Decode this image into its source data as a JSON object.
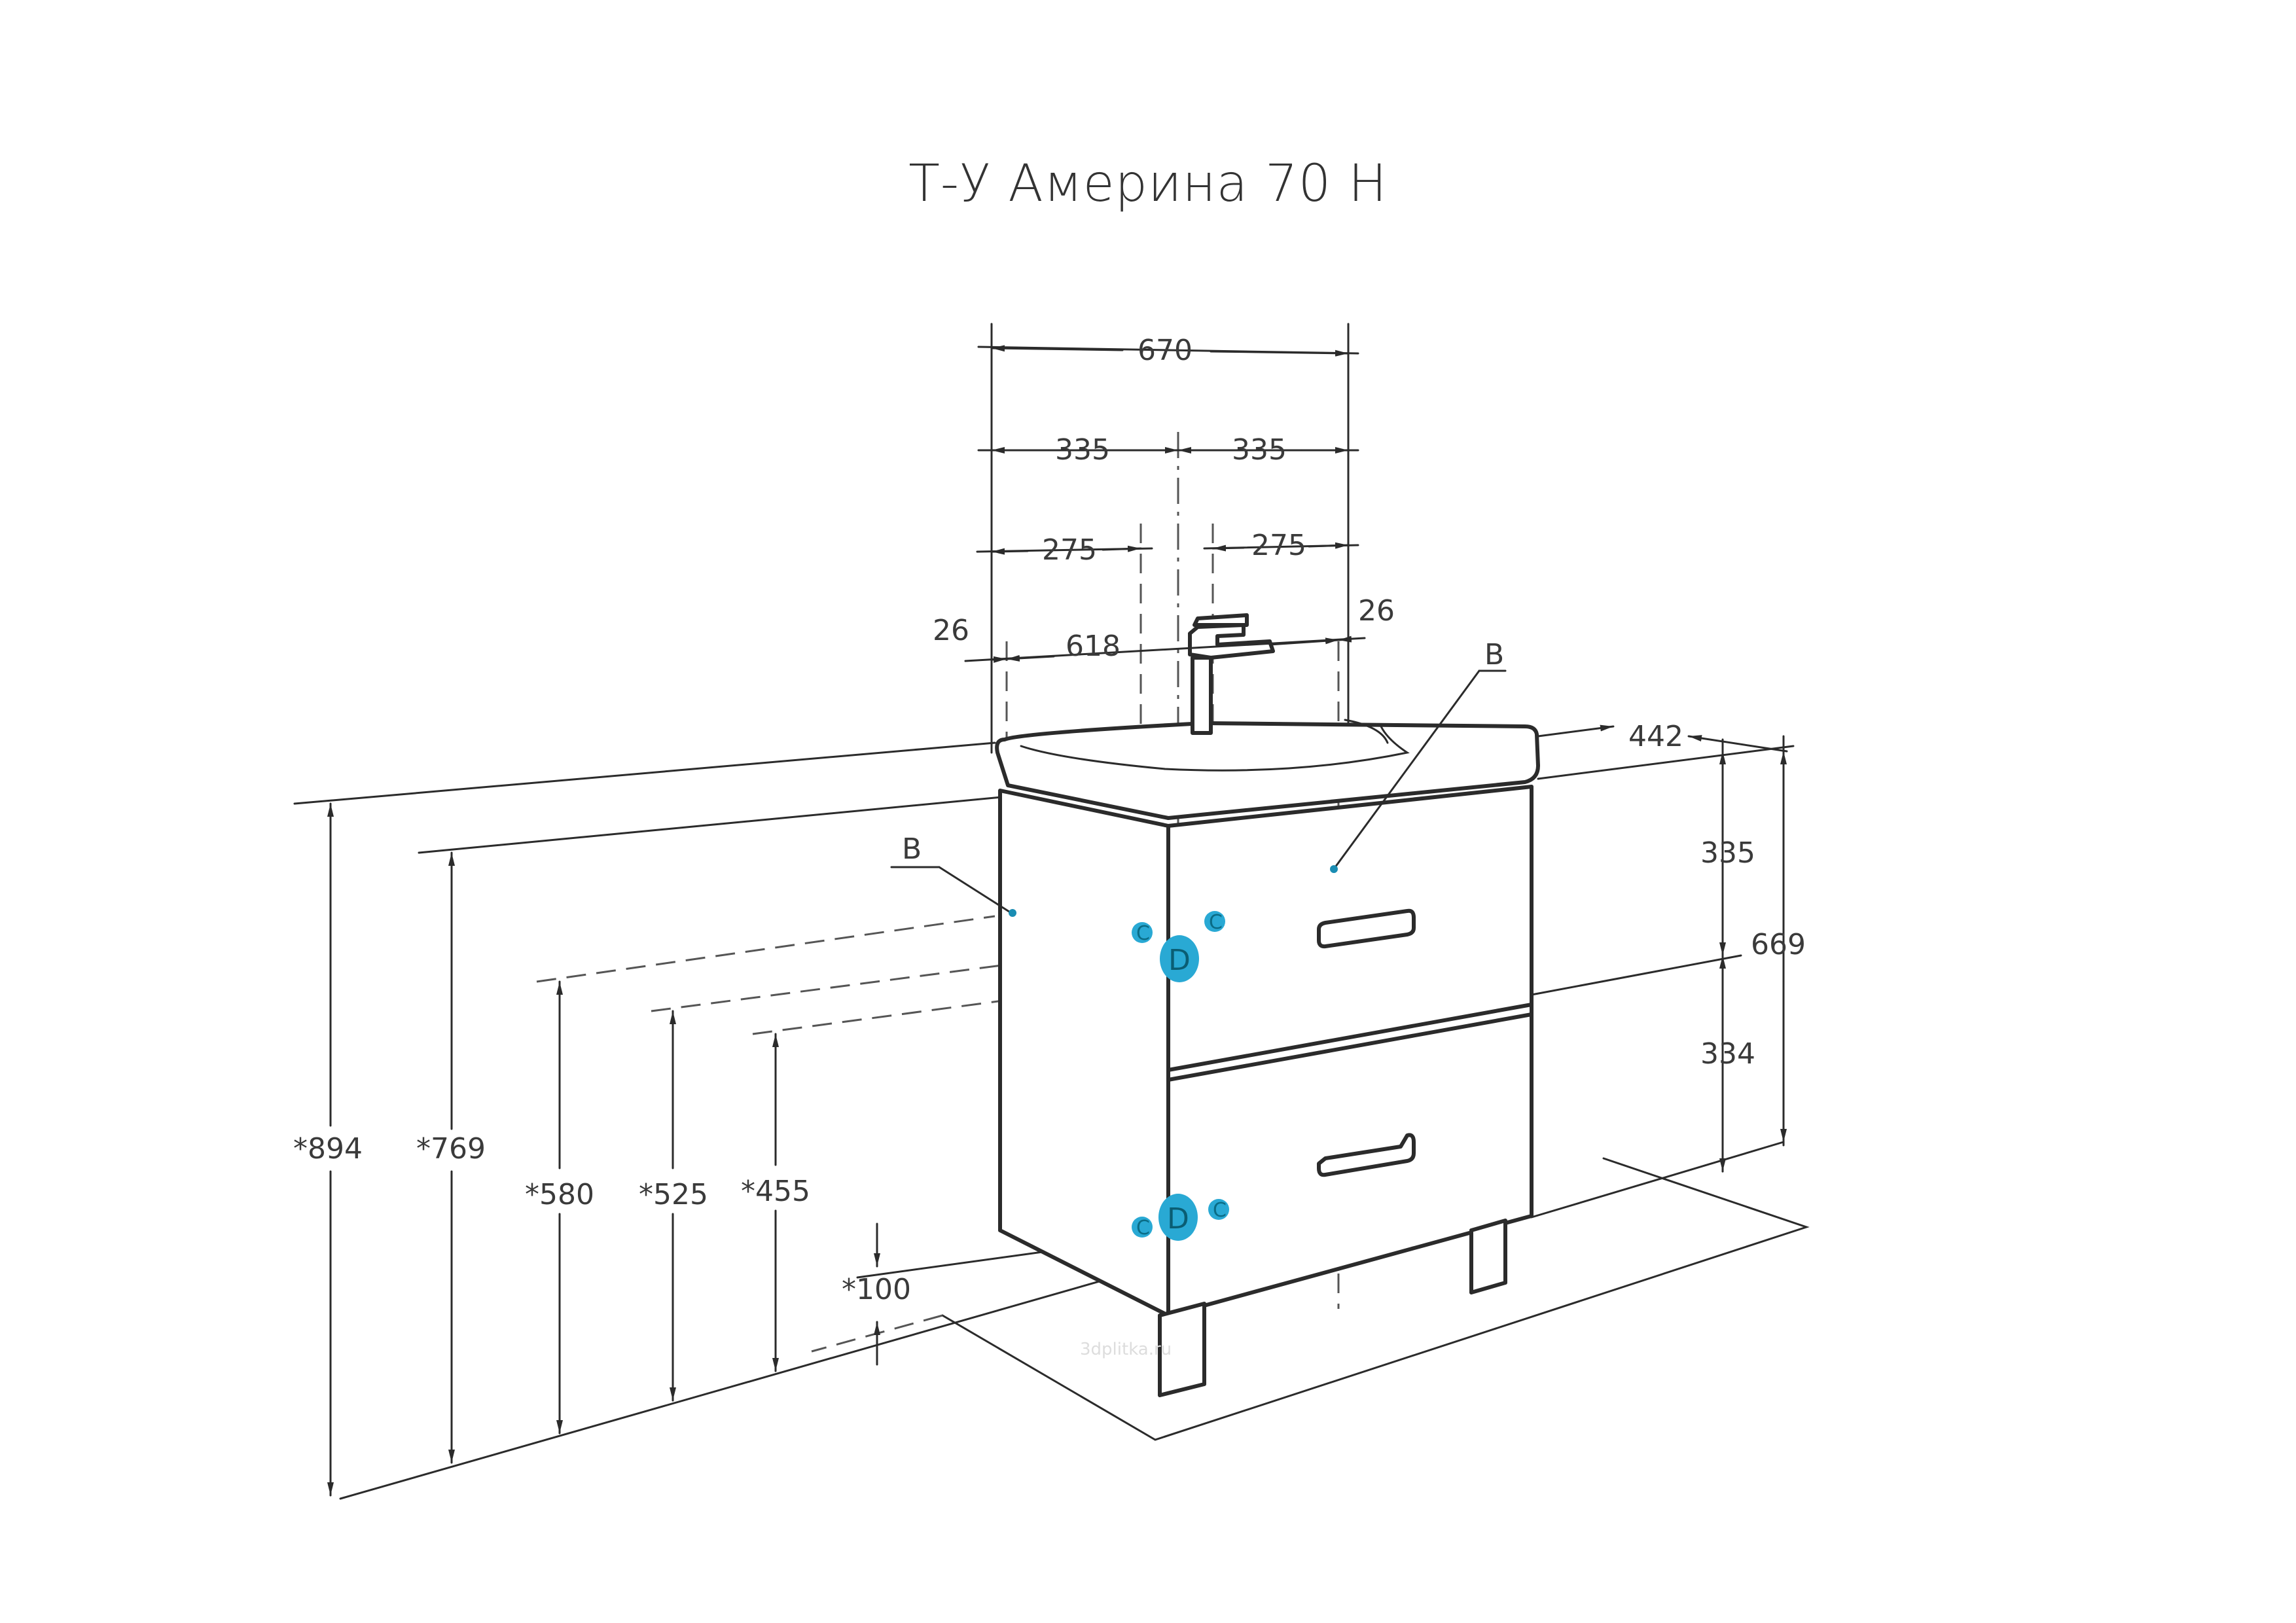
{
  "title": "Т-У Америна 70 Н",
  "dimensions": {
    "overall_width": "670",
    "half_left": "335",
    "half_right": "335",
    "offset_left": "275",
    "offset_right": "275",
    "edge_left": "26",
    "bowl_width": "618",
    "edge_right": "26",
    "depth": "442",
    "height_upper": "335",
    "height_total": "669",
    "height_lower": "334",
    "h_894": "*894",
    "h_769": "*769",
    "h_580": "*580",
    "h_525": "*525",
    "h_455": "*455",
    "h_100": "*100"
  },
  "labels": {
    "b_right": "B",
    "b_left": "B",
    "c": "C",
    "d": "D"
  },
  "watermark": "3dplitka.ru",
  "colors": {
    "marker": "#29a9d4",
    "line": "#2b2b2b"
  }
}
